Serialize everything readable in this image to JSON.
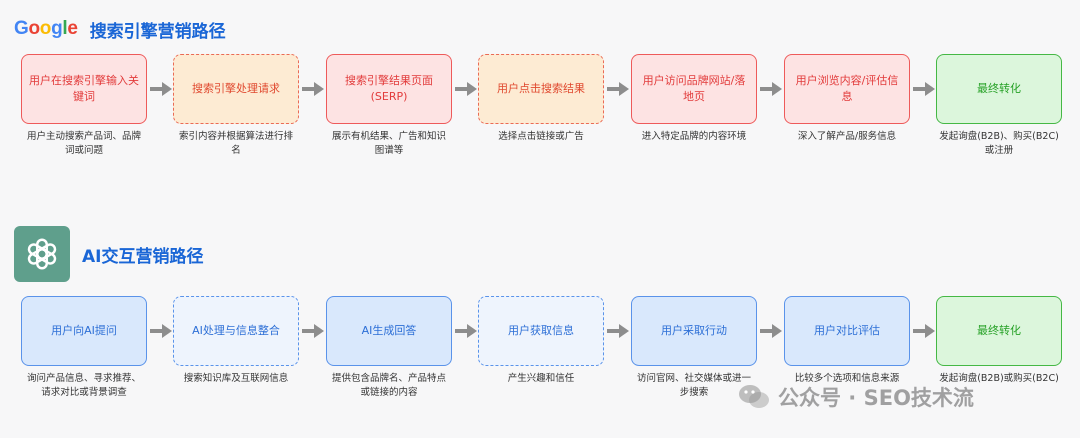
{
  "header1": {
    "logo_letters": [
      "G",
      "o",
      "o",
      "g",
      "l",
      "e"
    ],
    "logo_colors": [
      "#4285F4",
      "#EA4335",
      "#FBBC05",
      "#4285F4",
      "#34A853",
      "#EA4335"
    ],
    "title": "搜索引擎营销路径"
  },
  "header2": {
    "title": "AI交互营销路径"
  },
  "row1": [
    {
      "label": "用户在搜索引擎输入关键词",
      "desc": "用户主动搜索产品词、品牌词或问题",
      "style": "red"
    },
    {
      "label": "搜索引擎处理请求",
      "desc": "索引内容并根据算法进行排名",
      "style": "orange-dashed"
    },
    {
      "label": "搜索引擎结果页面\n(SERP)",
      "desc": "展示有机结果、广告和知识图谱等",
      "style": "red"
    },
    {
      "label": "用户点击搜索结果",
      "desc": "选择点击链接或广告",
      "style": "orange-dashed"
    },
    {
      "label": "用户访问品牌网站/落地页",
      "desc": "进入特定品牌的内容环境",
      "style": "red"
    },
    {
      "label": "用户浏览内容/评估信息",
      "desc": "深入了解产品/服务信息",
      "style": "red"
    },
    {
      "label": "最终转化",
      "desc": "发起询盘(B2B)、购买(B2C)或注册",
      "style": "green"
    }
  ],
  "row2": [
    {
      "label": "用户向AI提问",
      "desc": "询问产品信息、寻求推荐、请求对比或背景调查",
      "style": "blue"
    },
    {
      "label": "AI处理与信息整合",
      "desc": "搜索知识库及互联网信息",
      "style": "blue-dashed"
    },
    {
      "label": "AI生成回答",
      "desc": "提供包含品牌名、产品特点或链接的内容",
      "style": "blue"
    },
    {
      "label": "用户获取信息",
      "desc": "产生兴趣和信任",
      "style": "blue-dashed"
    },
    {
      "label": "用户采取行动",
      "desc": "访问官网、社交媒体或进一步搜索",
      "style": "blue"
    },
    {
      "label": "用户对比评估",
      "desc": "比较多个选项和信息来源",
      "style": "blue"
    },
    {
      "label": "最终转化",
      "desc": "发起询盘(B2B)或购买(B2C)",
      "style": "green"
    }
  ],
  "styles": {
    "red": {
      "bg": "#fde3e3",
      "border": "#ee5a5a",
      "color": "#e23b3b"
    },
    "orange-dashed": {
      "bg": "#fdebd3",
      "border": "#ea6a55",
      "color": "#e0492f"
    },
    "blue": {
      "bg": "#d9e8fc",
      "border": "#5a93ea",
      "color": "#2d6fd6"
    },
    "blue-dashed": {
      "bg": "#eef4fd",
      "border": "#5a93ea",
      "color": "#2d6fd6"
    },
    "green": {
      "bg": "#dcf6dc",
      "border": "#45b845",
      "color": "#26a126"
    }
  },
  "watermark": "公众号 · SEO技术流"
}
